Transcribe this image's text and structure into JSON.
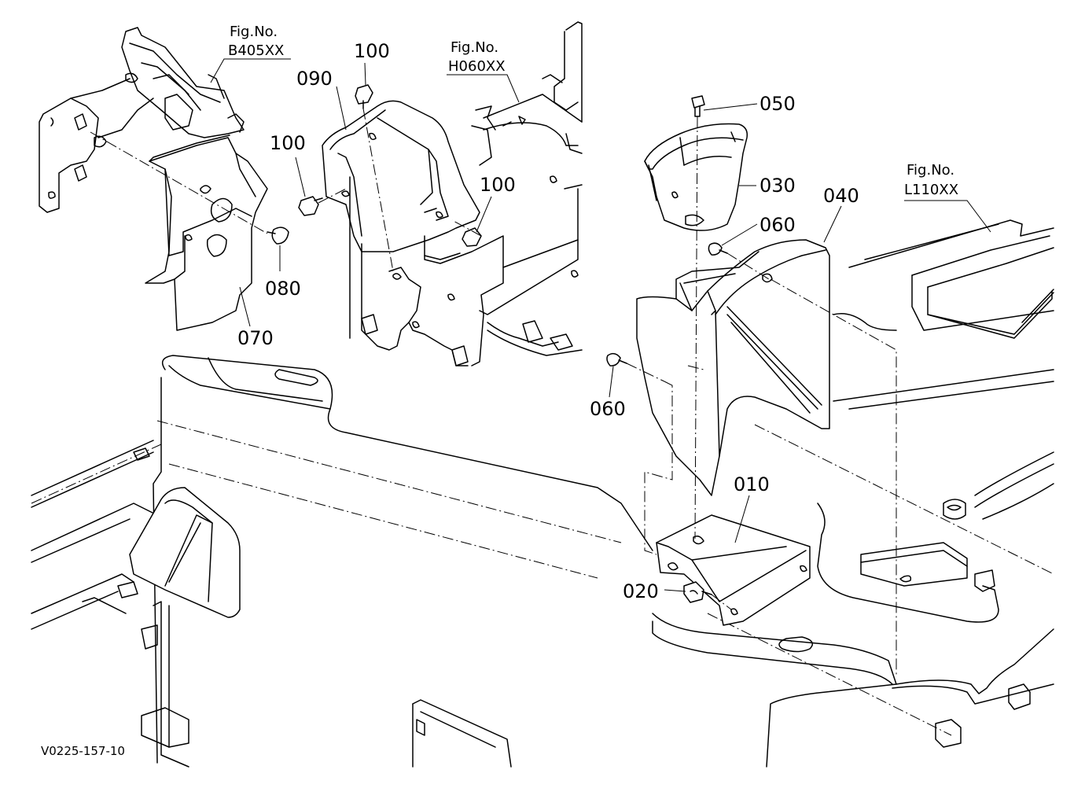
{
  "figure_refs": [
    {
      "id": "b405",
      "line1": "Fig.No.",
      "line2": "B405XX"
    },
    {
      "id": "h060",
      "line1": "Fig.No.",
      "line2": "H060XX"
    },
    {
      "id": "l110",
      "line1": "Fig.No.",
      "line2": "L110XX"
    }
  ],
  "part_labels": {
    "p010": "010",
    "p020": "020",
    "p030": "030",
    "p040": "040",
    "p050": "050",
    "p060a": "060",
    "p060b": "060",
    "p070": "070",
    "p080": "080",
    "p090": "090",
    "p100a": "100",
    "p100b": "100",
    "p100c": "100"
  },
  "drawing_code": "V0225-157-10"
}
